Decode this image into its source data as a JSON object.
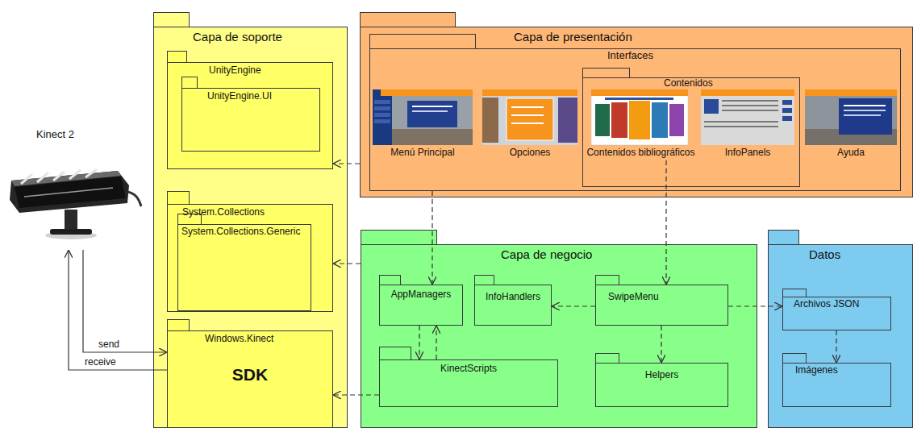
{
  "diagram": {
    "nodes": [
      {
        "text": [
          "Capa de soporte"
        ]
      },
      {
        "text": [
          "UnityEngine"
        ],
        "in": 0
      },
      {
        "text": [
          "UnityEngine.UI"
        ],
        "in": 1
      },
      {
        "text": [
          "System.Collections"
        ],
        "in": 0
      },
      {
        "text": [
          "System.Collections.Generic"
        ],
        "in": 3
      },
      {
        "text": [
          "Windows.Kinect",
          "SDK"
        ],
        "in": 0
      },
      {
        "text": [
          "Capa de presentación"
        ]
      },
      {
        "text": [
          "Interfaces"
        ],
        "in": 6
      },
      {
        "text": [
          "Menú Principal"
        ],
        "in": 7
      },
      {
        "text": [
          "Opciones"
        ],
        "in": 7
      },
      {
        "text": [
          "Contenidos"
        ],
        "in": 7
      },
      {
        "text": [
          "Contenidos bibliográficos"
        ],
        "in": 10
      },
      {
        "text": [
          "InfoPanels"
        ],
        "in": 10
      },
      {
        "text": [
          "Ayuda"
        ],
        "in": 7
      },
      {
        "text": [
          "Capa de negocio"
        ]
      },
      {
        "text": [
          "AppManagers"
        ],
        "in": 14
      },
      {
        "text": [
          "InfoHandlers"
        ],
        "in": 14
      },
      {
        "text": [
          "SwipeMenu"
        ],
        "in": 14
      },
      {
        "text": [
          "KinectScripts"
        ],
        "in": 14
      },
      {
        "text": [
          "Helpers"
        ],
        "in": 14
      },
      {
        "text": [
          "Datos"
        ]
      },
      {
        "text": [
          "Archivos JSON"
        ],
        "in": 20
      },
      {
        "text": [
          "Imágenes"
        ],
        "in": 20
      },
      {
        "text": [
          "Kinect 2"
        ]
      }
    ],
    "edges": [
      {
        "from": 6,
        "to": 1,
        "arrow": "to"
      },
      {
        "from": 7,
        "to": 15,
        "arrow": "to"
      },
      {
        "from": 11,
        "to": 17,
        "arrow": "to"
      },
      {
        "from": 14,
        "to": 3,
        "arrow": "to"
      },
      {
        "from": 18,
        "to": 5,
        "arrow": "to"
      },
      {
        "from": 15,
        "to": 18,
        "arrow": "to"
      },
      {
        "from": 18,
        "to": 15,
        "arrow": "to"
      },
      {
        "from": 17,
        "to": 16,
        "arrow": "to"
      },
      {
        "from": 17,
        "to": 19,
        "arrow": "to"
      },
      {
        "from": 17,
        "to": 21,
        "arrow": "to"
      },
      {
        "from": 21,
        "to": 22,
        "arrow": "to"
      },
      {
        "from": 23,
        "to": 5,
        "label": "send",
        "arrow": "to"
      },
      {
        "from": 5,
        "to": 23,
        "label": "receive",
        "arrow": "to"
      }
    ]
  }
}
